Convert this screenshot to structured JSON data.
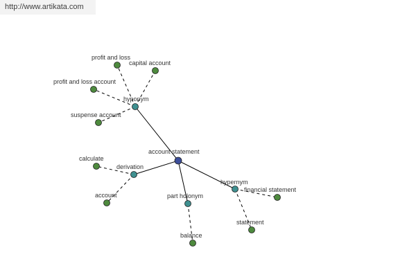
{
  "header": {
    "url": "http://www.artikata.com"
  },
  "colors": {
    "center": "#3c4e9a",
    "relation": "#3f9090",
    "leaf": "#4e8a3e",
    "edge": "#000000",
    "node_stroke": "#1e1e1e"
  },
  "nodes": [
    {
      "id": "account-statement",
      "label": "account statement",
      "kind": "center"
    },
    {
      "id": "hyponym",
      "label": "hyponym",
      "kind": "relation"
    },
    {
      "id": "derivation",
      "label": "derivation",
      "kind": "relation"
    },
    {
      "id": "part-holonym",
      "label": "part holonym",
      "kind": "relation"
    },
    {
      "id": "hypernym",
      "label": "hypernym",
      "kind": "relation"
    },
    {
      "id": "profit-and-loss",
      "label": "profit and loss",
      "kind": "leaf"
    },
    {
      "id": "capital-account",
      "label": "capital account",
      "kind": "leaf"
    },
    {
      "id": "profit-and-loss-account",
      "label": "profit and loss account",
      "kind": "leaf"
    },
    {
      "id": "suspense-account",
      "label": "suspense account",
      "kind": "leaf"
    },
    {
      "id": "calculate",
      "label": "calculate",
      "kind": "leaf"
    },
    {
      "id": "account",
      "label": "account",
      "kind": "leaf"
    },
    {
      "id": "balance",
      "label": "balance",
      "kind": "leaf"
    },
    {
      "id": "financial-statement",
      "label": "financial statement",
      "kind": "leaf"
    },
    {
      "id": "statement",
      "label": "statement",
      "kind": "leaf"
    }
  ],
  "edges": [
    {
      "from": "account-statement",
      "to": "hyponym",
      "style": "solid"
    },
    {
      "from": "account-statement",
      "to": "derivation",
      "style": "solid"
    },
    {
      "from": "account-statement",
      "to": "part-holonym",
      "style": "solid"
    },
    {
      "from": "account-statement",
      "to": "hypernym",
      "style": "solid"
    },
    {
      "from": "hyponym",
      "to": "profit-and-loss",
      "style": "dashed"
    },
    {
      "from": "hyponym",
      "to": "capital-account",
      "style": "dashed"
    },
    {
      "from": "hyponym",
      "to": "profit-and-loss-account",
      "style": "dashed"
    },
    {
      "from": "hyponym",
      "to": "suspense-account",
      "style": "dashed"
    },
    {
      "from": "derivation",
      "to": "calculate",
      "style": "dashed"
    },
    {
      "from": "derivation",
      "to": "account",
      "style": "dashed"
    },
    {
      "from": "part-holonym",
      "to": "balance",
      "style": "dashed"
    },
    {
      "from": "hypernym",
      "to": "financial-statement",
      "style": "dashed"
    },
    {
      "from": "hypernym",
      "to": "statement",
      "style": "dashed"
    }
  ]
}
